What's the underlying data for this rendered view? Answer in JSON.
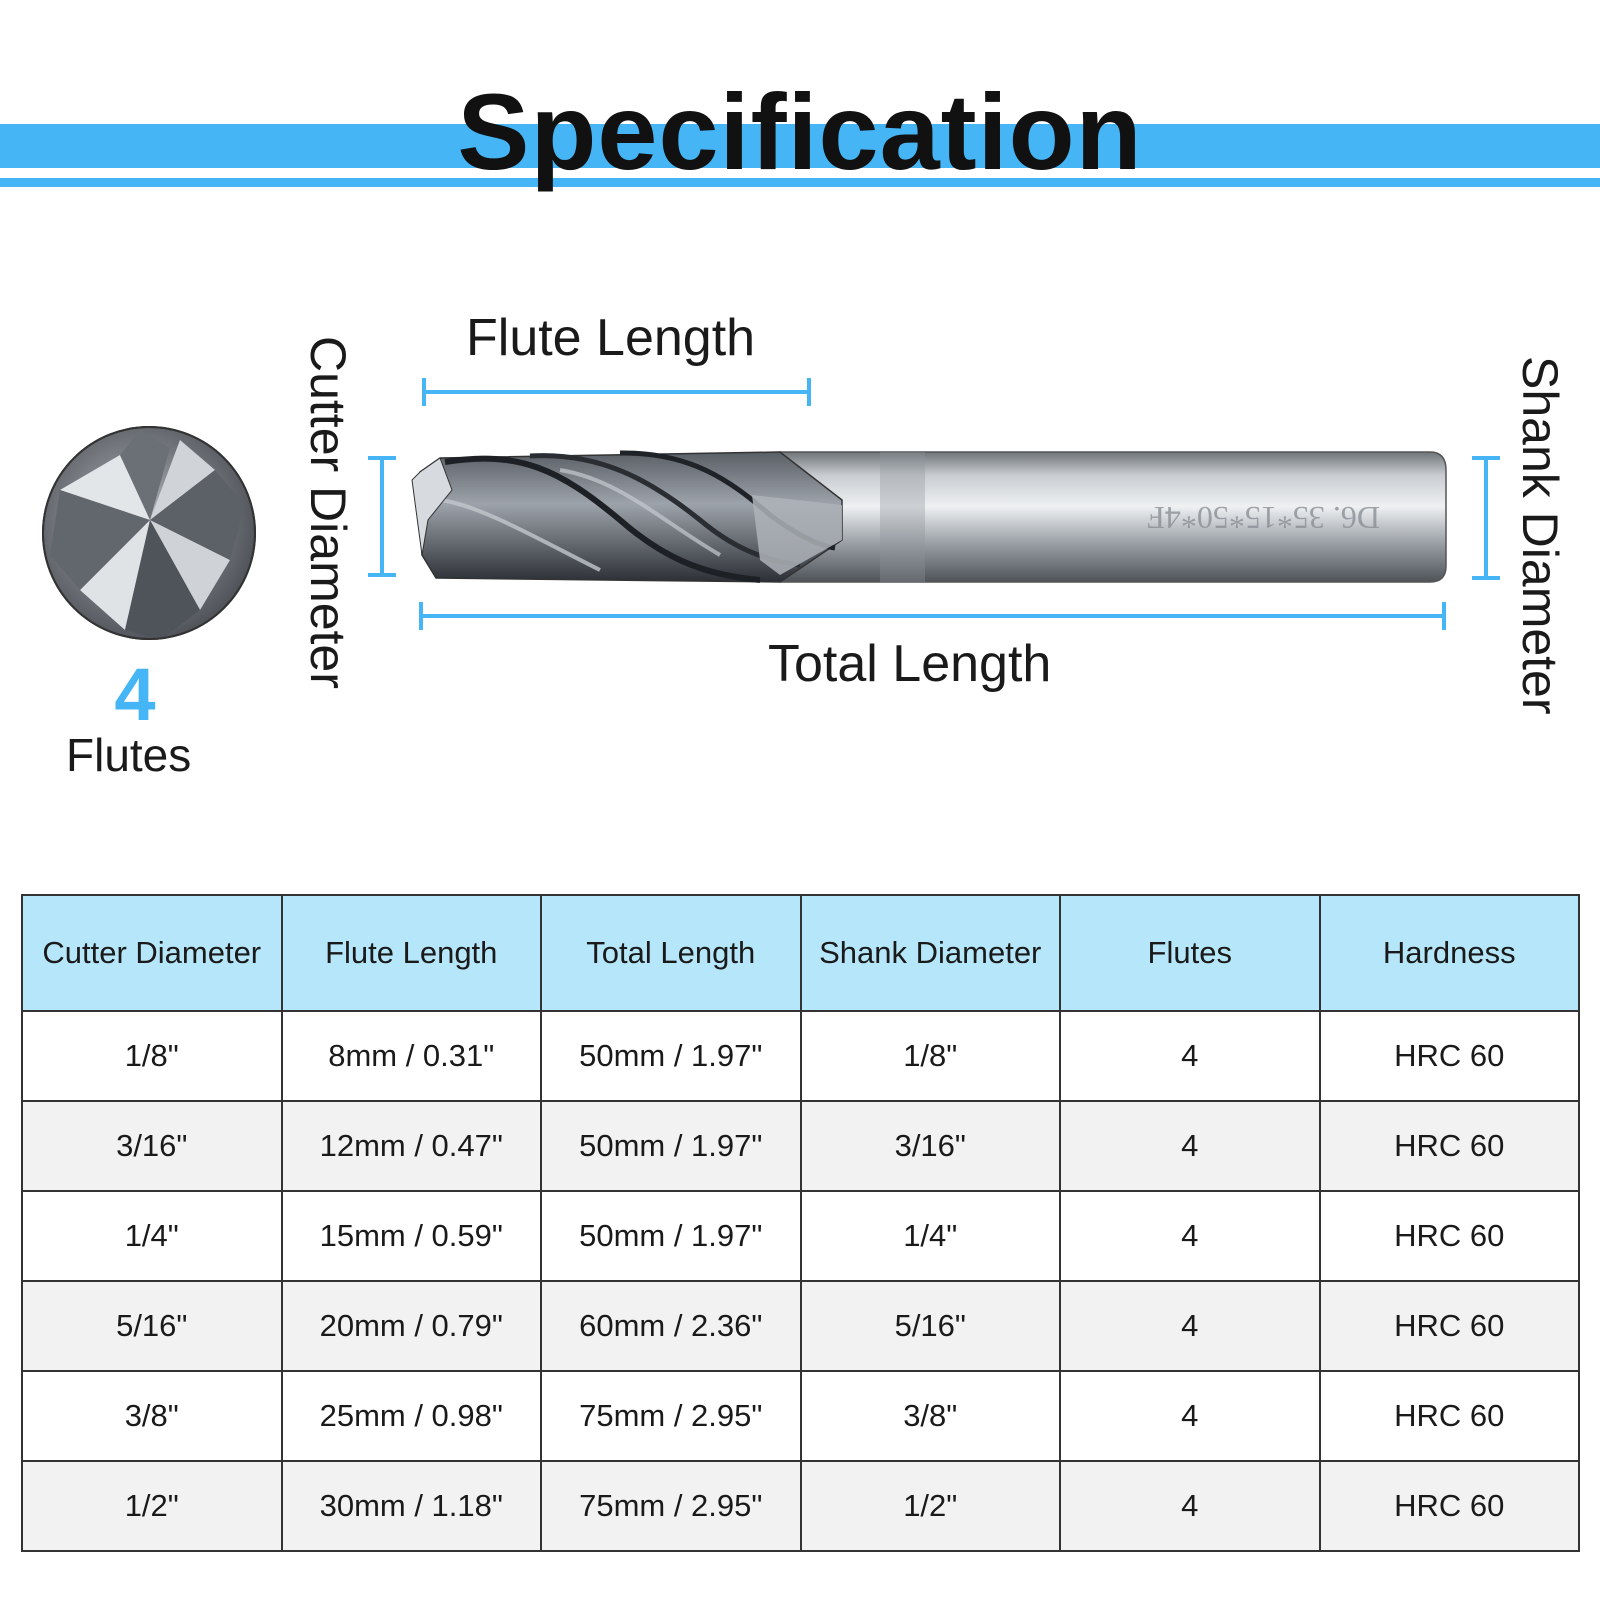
{
  "title": "Specification",
  "diagram": {
    "flute_length_label": "Flute Length",
    "total_length_label": "Total Length",
    "cutter_diameter_label": "Cutter Diameter",
    "shank_diameter_label": "Shank Diameter",
    "flutes_count": "4",
    "flutes_word": "Flutes",
    "shank_marking": "D6. 35*15*50*4F",
    "accent_color": "#45b5f5"
  },
  "table": {
    "headers": [
      "Cutter Diameter",
      "Flute Length",
      "Total Length",
      "Shank Diameter",
      "Flutes",
      "Hardness"
    ],
    "rows": [
      [
        "1/8\"",
        "8mm / 0.31\"",
        "50mm / 1.97\"",
        "1/8\"",
        "4",
        "HRC 60"
      ],
      [
        "3/16\"",
        "12mm / 0.47\"",
        "50mm / 1.97\"",
        "3/16\"",
        "4",
        "HRC 60"
      ],
      [
        "1/4\"",
        "15mm / 0.59\"",
        "50mm / 1.97\"",
        "1/4\"",
        "4",
        "HRC 60"
      ],
      [
        "5/16\"",
        "20mm / 0.79\"",
        "60mm / 2.36\"",
        "5/16\"",
        "4",
        "HRC 60"
      ],
      [
        "3/8\"",
        "25mm / 0.98\"",
        "75mm / 2.95\"",
        "3/8\"",
        "4",
        "HRC 60"
      ],
      [
        "1/2\"",
        "30mm / 1.18\"",
        "75mm / 2.95\"",
        "1/2\"",
        "4",
        "HRC 60"
      ]
    ],
    "header_color": "#b5e6f9",
    "stripe_color": "#f2f2f2"
  }
}
